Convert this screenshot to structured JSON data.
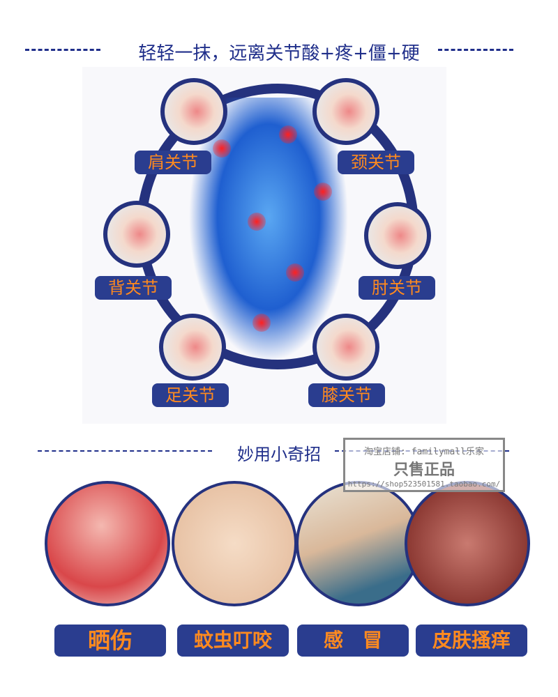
{
  "header": {
    "title": "轻轻一抹，远离关节酸+疼+僵+硬"
  },
  "joints": [
    {
      "label": "肩关节"
    },
    {
      "label": "颈关节"
    },
    {
      "label": "背关节"
    },
    {
      "label": "肘关节"
    },
    {
      "label": "足关节"
    },
    {
      "label": "膝关节"
    }
  ],
  "section2": {
    "title": "妙用小奇招"
  },
  "uses": [
    {
      "label": "晒伤"
    },
    {
      "label": "蚊虫叮咬"
    },
    {
      "label": "感　冒"
    },
    {
      "label": "皮肤搔痒"
    }
  ],
  "watermark": {
    "shop": "淘宝店铺: familymall乐家",
    "slogan": "只售正品",
    "url": "https://shop523501581.taobao.com/"
  },
  "colors": {
    "navy": "#25327e",
    "orange": "#ff8a1f"
  }
}
